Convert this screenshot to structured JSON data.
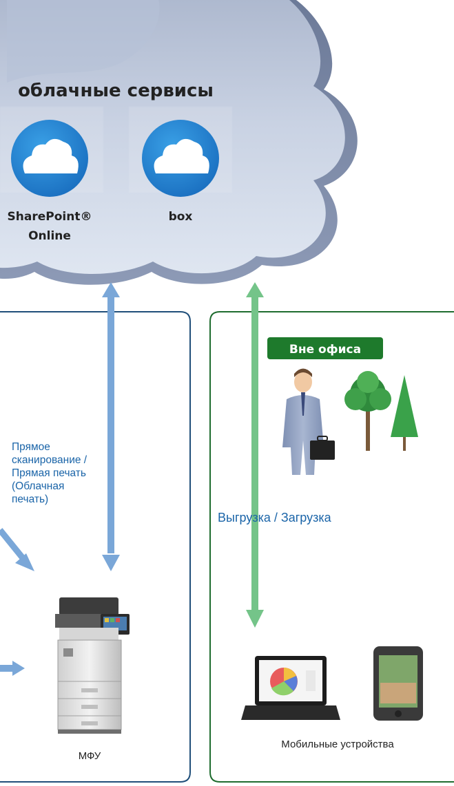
{
  "cloud": {
    "title": "облачные сервисы",
    "services": [
      {
        "name_line1": "SharePoint®",
        "name_line2": "Online",
        "icon": "cloud-icon"
      },
      {
        "name_line1": "box",
        "name_line2": "",
        "icon": "cloud-icon"
      }
    ]
  },
  "office_panel": {
    "arrow_label_lines": [
      "Прямое",
      "сканирование /",
      "Прямая печать",
      "(Облачная",
      "печать)"
    ],
    "device_label": "МФУ"
  },
  "outside_panel": {
    "badge": "Вне офиса",
    "arrow_label": "Выгрузка / Загрузка",
    "device_label": "Мобильные устройства"
  },
  "colors": {
    "office_border": "#1f4e79",
    "outside_border": "#1e6b2e",
    "badge_bg": "#1e7a2c",
    "blue_arrow": "#7aa7d8",
    "green_arrow": "#74c489",
    "label_blue": "#1a64a8"
  }
}
